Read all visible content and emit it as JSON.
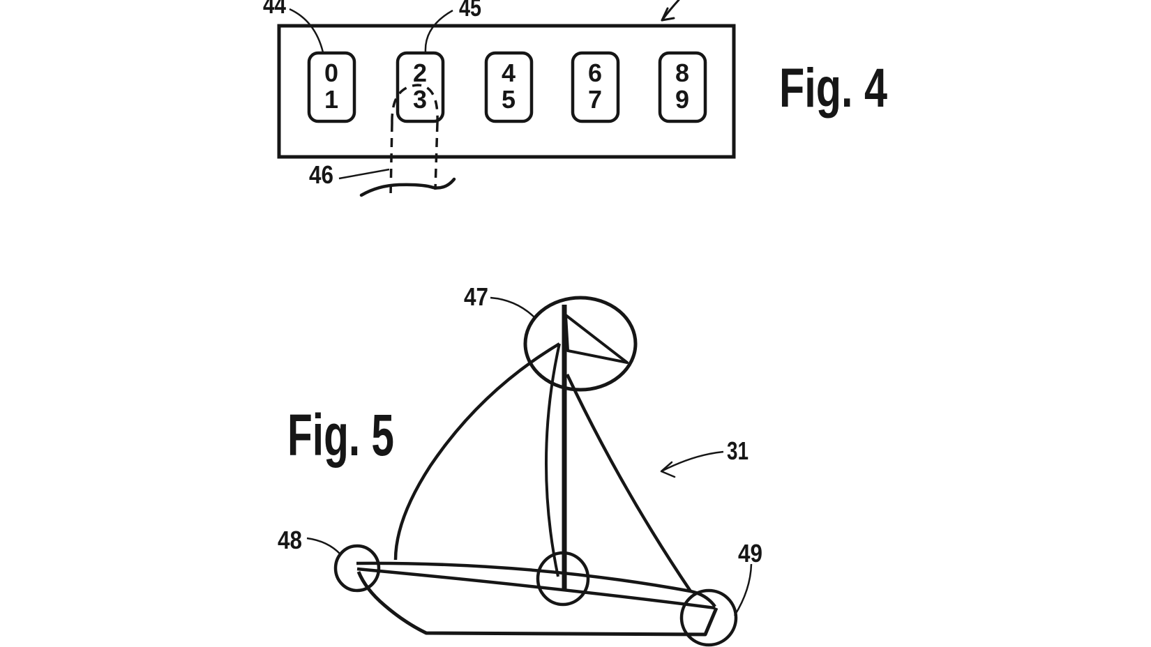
{
  "page": {
    "background_color": "#ffffff",
    "ink_color": "#161616"
  },
  "figure4": {
    "caption": "Fig. 4",
    "keypad_keys": [
      {
        "top_digit": "0",
        "bottom_digit": "1"
      },
      {
        "top_digit": "2",
        "bottom_digit": "3"
      },
      {
        "top_digit": "4",
        "bottom_digit": "5"
      },
      {
        "top_digit": "6",
        "bottom_digit": "7"
      },
      {
        "top_digit": "8",
        "bottom_digit": "9"
      }
    ],
    "ref_numerals": {
      "key_01": "44",
      "key_23": "45",
      "finger": "46"
    }
  },
  "figure5": {
    "caption": "Fig. 5",
    "ref_numerals": {
      "masthead_circle": "47",
      "boom_left_end": "48",
      "boom_right_end": "49",
      "sail": "31"
    }
  }
}
